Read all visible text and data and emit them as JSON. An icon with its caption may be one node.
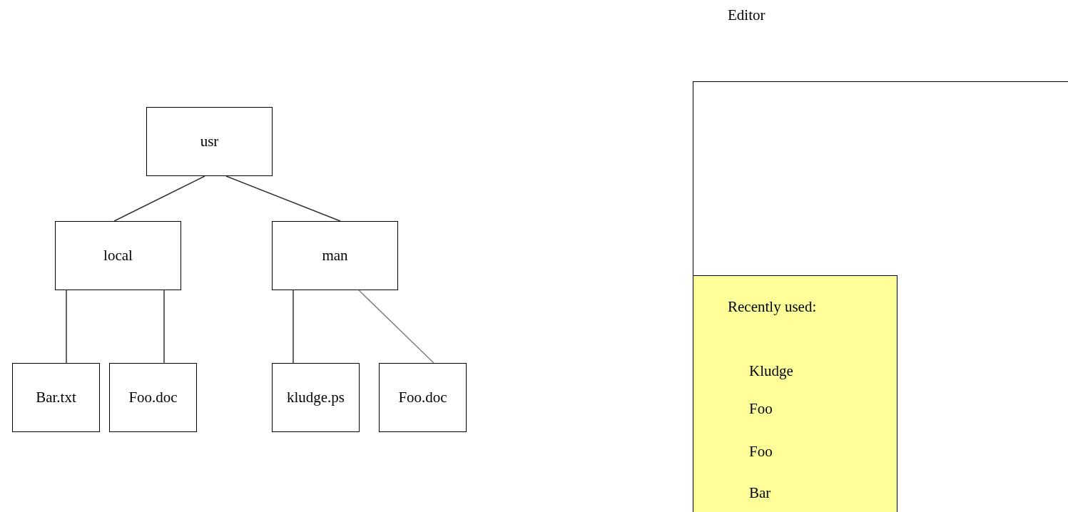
{
  "diagram": {
    "nodes": [
      {
        "text": [
          "usr"
        ]
      },
      {
        "text": [
          "local"
        ]
      },
      {
        "text": [
          "man"
        ]
      },
      {
        "text": [
          "Bar.txt"
        ]
      },
      {
        "text": [
          "Foo.doc"
        ]
      },
      {
        "text": [
          "kludge.ps"
        ]
      },
      {
        "text": [
          "Foo.doc"
        ]
      },
      {
        "text": [
          "Editor"
        ]
      },
      {
        "text": [
          "Recently used:",
          "Kludge",
          "Foo",
          "Foo",
          "Bar"
        ],
        "in": 7
      }
    ],
    "edges": [
      {
        "from": 0,
        "to": 1,
        "arrow": "none"
      },
      {
        "from": 0,
        "to": 2,
        "arrow": "none"
      },
      {
        "from": 1,
        "to": 3,
        "arrow": "none"
      },
      {
        "from": 1,
        "to": 4,
        "arrow": "none"
      },
      {
        "from": 2,
        "to": 5,
        "arrow": "none"
      },
      {
        "from": 2,
        "to": 6,
        "arrow": "none",
        "color": "#808080"
      }
    ]
  }
}
